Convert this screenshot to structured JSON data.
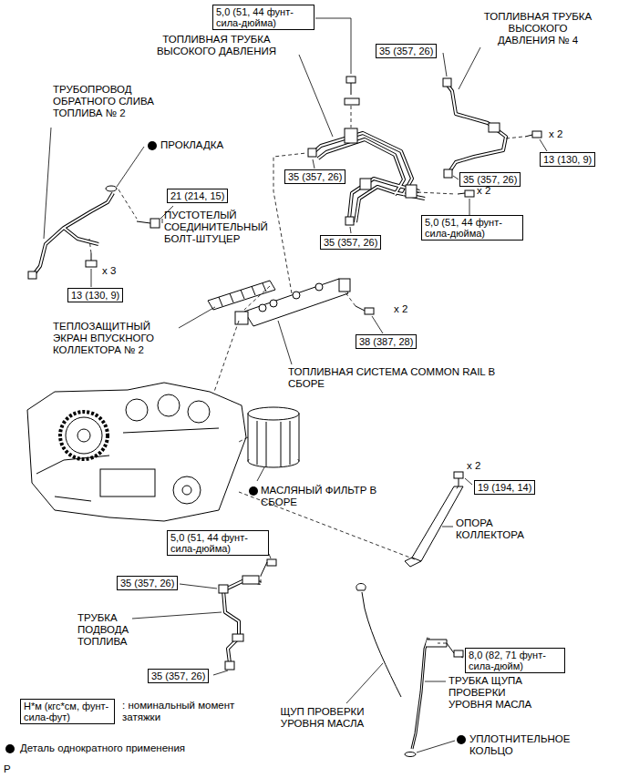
{
  "diagram": {
    "nodes": [
      {
        "text": [
          "5,0 (51, 44 фунт-сила-дюйма)"
        ]
      },
      {
        "text": [
          "35 (357, 26)"
        ]
      },
      {
        "text": [
          "21 (214, 15)"
        ]
      },
      {
        "text": [
          "13 (130, 9)"
        ]
      },
      {
        "text": [
          "35 (357, 26)"
        ]
      },
      {
        "text": [
          "35 (357, 26)"
        ]
      },
      {
        "text": [
          "5,0 (51, 44 фунт-сила-дюйма)"
        ]
      },
      {
        "text": [
          "35 (357, 26)"
        ]
      },
      {
        "text": [
          "13 (130, 9)"
        ]
      },
      {
        "text": [
          "38 (387, 28)"
        ]
      },
      {
        "text": [
          "19 (194, 14)"
        ]
      },
      {
        "text": [
          "5,0 (51, 44 фунт-сила-дюйма)"
        ]
      },
      {
        "text": [
          "35 (357, 26)"
        ]
      },
      {
        "text": [
          "35 (357, 26)"
        ]
      },
      {
        "text": [
          "8,0 (82, 71 фунт-сила-дюйм)"
        ]
      },
      {
        "text": [
          "Н*м (кгс*см, фунт-сила-фут)"
        ]
      }
    ],
    "labels": [
      "ТОПЛИВНАЯ ТРУБКА ВЫСОКОГО ДАВЛЕНИЯ",
      "ТОПЛИВНАЯ ТРУБКА ВЫСОКОГО ДАВЛЕНИЯ № 4",
      "ТРУБОПРОВОД ОБРАТНОГО СЛИВА ТОПЛИВА № 2",
      "ПРОКЛАДКА",
      "x 2",
      "ПУСТОТЕЛЫЙ СОЕДИНИТЕЛЬНЫЙ БОЛТ-ШТУЦЕР",
      "x 2",
      "x 3",
      "ТЕПЛОЗАЩИТНЫЙ ЭКРАН ВПУСКНОГО КОЛЛЕКТОРА № 2",
      "x 2",
      "ТОПЛИВНАЯ СИСТЕМА COMMON RAIL В СБОРЕ",
      "x 2",
      "МАСЛЯНЫЙ ФИЛЬТР В СБОРЕ",
      "ОПОРА КОЛЛЕКТОРА",
      "ТРУБКА ПОДВОДА ТОПЛИВА",
      "ЩУП ПРОВЕРКИ УРОВНЯ МАСЛА",
      "ТРУБКА ЩУПА ПРОВЕРКИ УРОВНЯ МАСЛА",
      "УПЛОТНИТЕЛЬНОЕ КОЛЬЦО",
      ": номинальный момент затяжки",
      "P"
    ],
    "legend": [
      {
        "text": "Деталь однократного применения"
      }
    ]
  }
}
